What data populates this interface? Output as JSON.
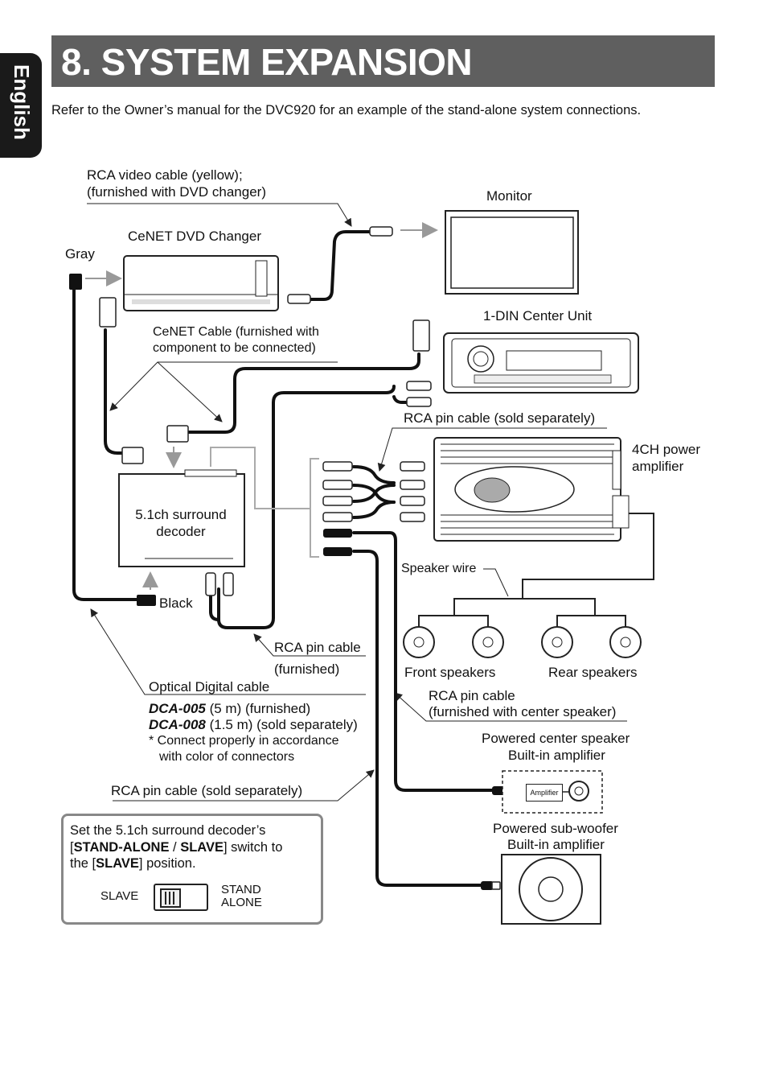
{
  "side_tab": "English",
  "title": "8. SYSTEM EXPANSION",
  "intro": "Refer to the Owner’s manual for the DVC920 for an example of the stand-alone system connections.",
  "labels": {
    "rca_video_1": "RCA video cable (yellow);",
    "rca_video_2": "(furnished with DVD changer)",
    "monitor": "Monitor",
    "dvd_changer": "CeNET DVD Changer",
    "gray": "Gray",
    "din_unit": "1-DIN Center Unit",
    "cenet_cable_1": "CeNET Cable (furnished with",
    "cenet_cable_2": "component to be connected)",
    "rca_pin_sold_top": "RCA pin cable (sold separately)",
    "power_amp_1": "4CH power",
    "power_amp_2": "amplifier",
    "decoder_1": "5.1ch surround",
    "decoder_2": "decoder",
    "speaker_wire": "Speaker wire",
    "black": "Black",
    "rca_pin_cable": "RCA pin cable",
    "furnished": "(furnished)",
    "front_speakers": "Front speakers",
    "rear_speakers": "Rear speakers",
    "optical_cable": "Optical Digital cable",
    "rca_pin_center_1": "RCA pin cable",
    "rca_pin_center_2": "(furnished with center speaker)",
    "dca005_model": "DCA-005",
    "dca005_rest": " (5 m) (furnished)",
    "dca008_model": "DCA-008",
    "dca008_rest": " (1.5 m) (sold separately)",
    "connect_note_1": "*  Connect properly in accordance",
    "connect_note_2": "with color of connectors",
    "center_spk_1": "Powered center speaker",
    "center_spk_2": "Built-in amplifier",
    "amplifier_tag": "Amplifier",
    "rca_pin_sold_bottom": "RCA pin cable (sold separately)",
    "subwoofer_1": "Powered sub-woofer",
    "subwoofer_2": "Built-in amplifier"
  },
  "note": {
    "line1": "Set the 5.1ch surround decoder’s",
    "line2_open": "[",
    "line2_b1": "STAND-ALONE",
    "line2_sep": " / ",
    "line2_b2": "SLAVE",
    "line2_close": "] switch to",
    "line3_open": "the [",
    "line3_b": "SLAVE",
    "line3_close": "] position.",
    "slave": "SLAVE",
    "stand": "STAND",
    "alone": "ALONE"
  },
  "colors": {
    "title_bg": "#5f5f5f",
    "tab_bg": "#1a1a1a",
    "note_border": "#888888"
  }
}
